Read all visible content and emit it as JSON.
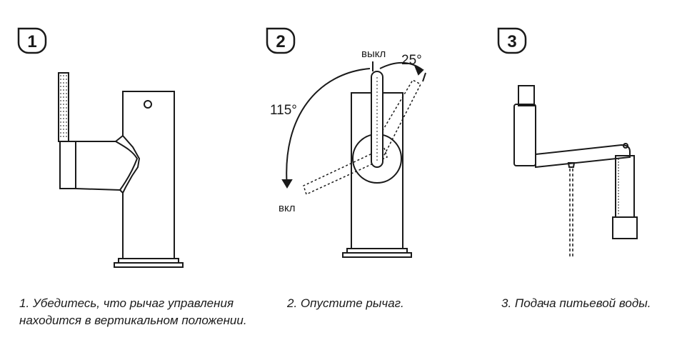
{
  "steps": [
    {
      "number": "1",
      "caption": "1. Убедитесь, что рычаг управления находится в вертикальном положении."
    },
    {
      "number": "2",
      "caption": "2. Опустите рычаг."
    },
    {
      "number": "3",
      "caption": "3. Подача питьевой воды."
    }
  ],
  "diagram2": {
    "label_off": "выкл",
    "label_on": "вкл",
    "angle_small": "25°",
    "angle_large": "115°"
  },
  "colors": {
    "ink": "#1a1a1a",
    "background": "#ffffff"
  }
}
